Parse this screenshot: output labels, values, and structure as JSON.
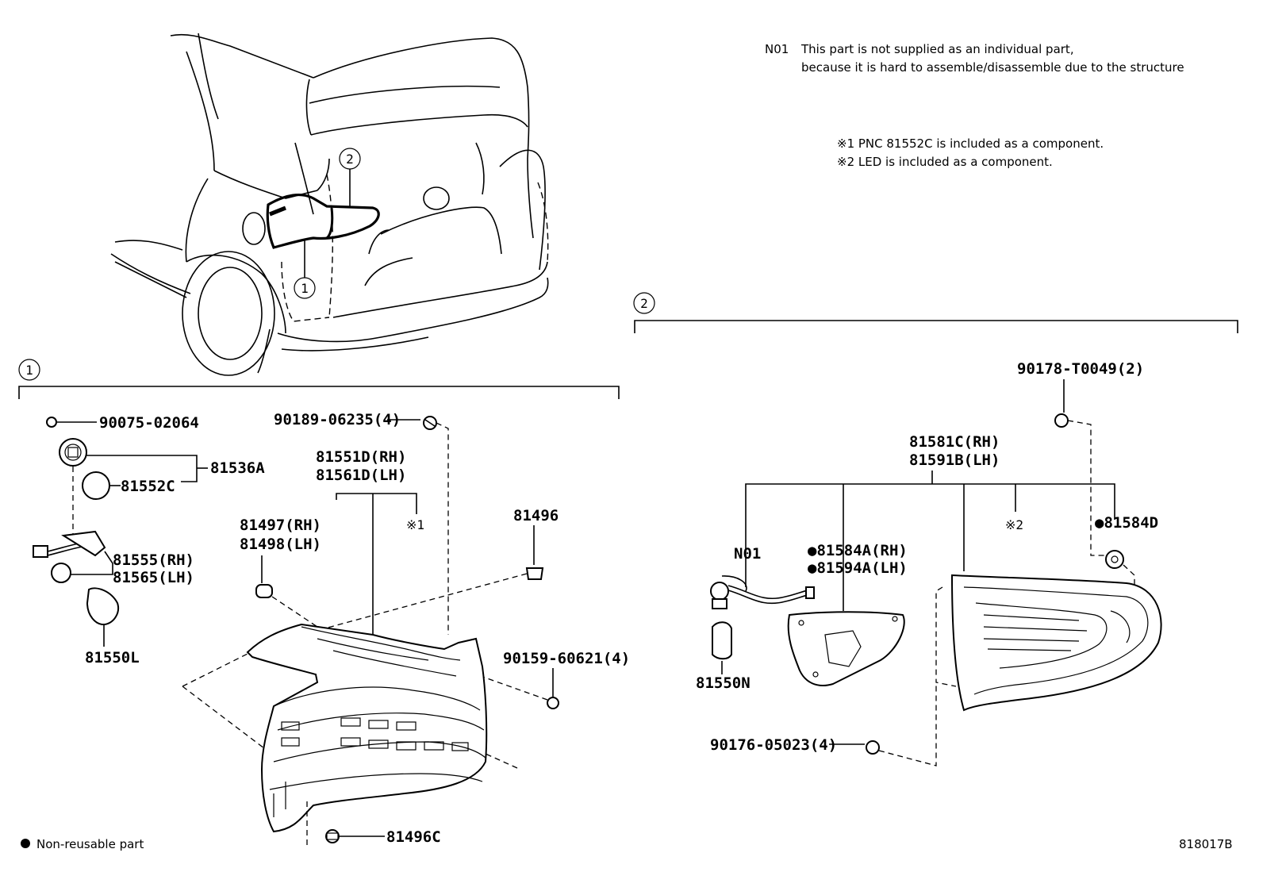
{
  "notes": {
    "n01_code": "N01",
    "n01_line1": "This part is not supplied as an individual part,",
    "n01_line2": "because it is hard to assemble/disassemble due to the structure",
    "ref1": "※1 PNC 81552C is included as a component.",
    "ref2": "※2 LED is included as a component."
  },
  "callouts": {
    "one": "1",
    "two": "2"
  },
  "legend": {
    "non_reusable": "Non-reusable part"
  },
  "figure_id": "818017B",
  "section1": {
    "p90075": "90075-02064",
    "p81536A": "81536A",
    "p81552C": "81552C",
    "p81555": "81555(RH)",
    "p81565": "81565(LH)",
    "p81550L": "81550L",
    "p90189": "90189-06235(4)",
    "p81551D": "81551D(RH)",
    "p81561D": "81561D(LH)",
    "ref1": "※1",
    "p81497": "81497(RH)",
    "p81498": "81498(LH)",
    "p81496": "81496",
    "p90159": "90159-60621(4)",
    "p81496C": "81496C"
  },
  "section2": {
    "p90178": "90178-T0049(2)",
    "p81581C": "81581C(RH)",
    "p81591B": "81591B(LH)",
    "ref2": "※2",
    "p81584D": "●81584D",
    "n01": "N01",
    "p81584A": "●81584A(RH)",
    "p81594A": "●81594A(LH)",
    "p81550N": "81550N",
    "p90176": "90176-05023(4)"
  }
}
